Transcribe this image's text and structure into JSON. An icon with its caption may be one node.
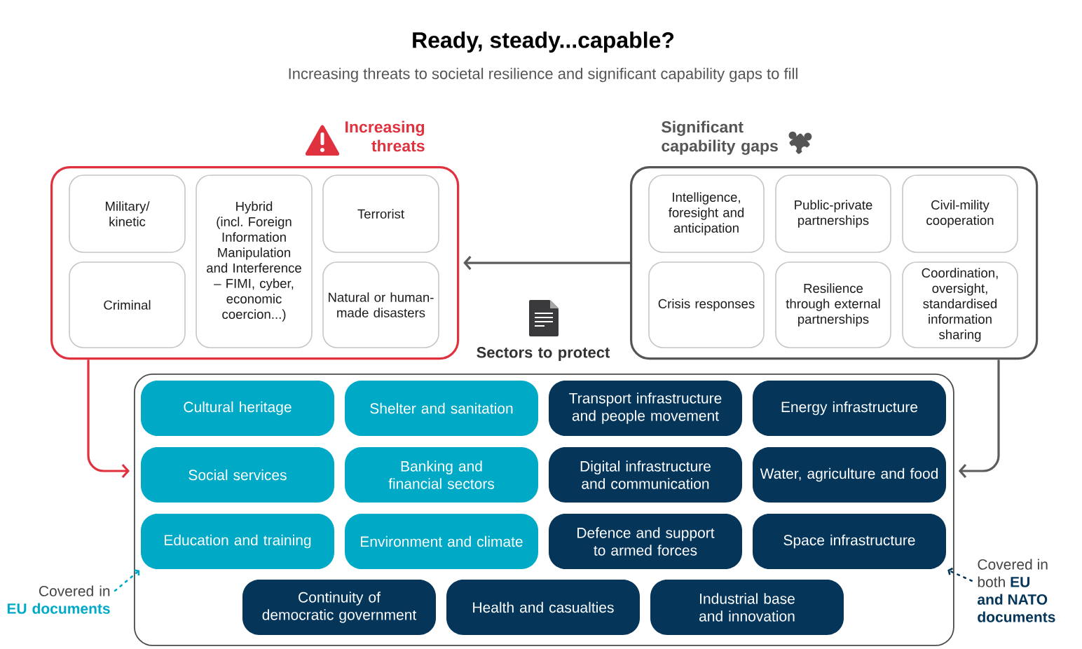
{
  "diagram": {
    "title": "Ready, steady...capable?",
    "nodes": [
      {
        "text": [
          "Increasing threats"
        ]
      },
      {
        "text": [
          "Military/ kinetic"
        ],
        "in": 0
      },
      {
        "text": [
          "Hybrid",
          "(incl. Foreign Information Manipulation and Interference – FIMI, cyber, economic coercion...)"
        ],
        "in": 0
      },
      {
        "text": [
          "Terrorist"
        ],
        "in": 0
      },
      {
        "text": [
          "Criminal"
        ],
        "in": 0
      },
      {
        "text": [
          "Natural or human-made disasters"
        ],
        "in": 0
      },
      {
        "text": [
          "Significant capability gaps"
        ]
      },
      {
        "text": [
          "Intelligence, foresight and anticipation"
        ],
        "in": 6
      },
      {
        "text": [
          "Public-private partnerships"
        ],
        "in": 6
      },
      {
        "text": [
          "Civil-mility cooperation"
        ],
        "in": 6
      },
      {
        "text": [
          "Crisis responses"
        ],
        "in": 6
      },
      {
        "text": [
          "Resilience through external partnerships"
        ],
        "in": 6
      },
      {
        "text": [
          "Coordination, oversight, standardised information sharing"
        ],
        "in": 6
      },
      {
        "text": [
          "Sectors to protect"
        ]
      },
      {
        "text": [
          "Cultural heritage"
        ],
        "in": 13
      },
      {
        "text": [
          "Shelter and sanitation"
        ],
        "in": 13
      },
      {
        "text": [
          "Transport infrastructure and people movement"
        ],
        "in": 13
      },
      {
        "text": [
          "Energy infrastructure"
        ],
        "in": 13
      },
      {
        "text": [
          "Social services"
        ],
        "in": 13
      },
      {
        "text": [
          "Banking and financial sectors"
        ],
        "in": 13
      },
      {
        "text": [
          "Digital infrastructure and communication"
        ],
        "in": 13
      },
      {
        "text": [
          "Water, agriculture and food"
        ],
        "in": 13
      },
      {
        "text": [
          "Education and training"
        ],
        "in": 13
      },
      {
        "text": [
          "Environment and climate"
        ],
        "in": 13
      },
      {
        "text": [
          "Defence and support to armed forces"
        ],
        "in": 13
      },
      {
        "text": [
          "Space infrastructure"
        ],
        "in": 13
      },
      {
        "text": [
          "Continuity of democratic government"
        ],
        "in": 13
      },
      {
        "text": [
          "Health and casualties"
        ],
        "in": 13
      },
      {
        "text": [
          "Industrial base and innovation"
        ],
        "in": 13
      },
      {
        "text": [
          "Covered in",
          "EU documents"
        ]
      },
      {
        "text": [
          "Covered in both",
          "EU and NATO documents"
        ]
      }
    ],
    "edges": [
      {
        "from": 6,
        "to": 0,
        "arrow": "to"
      },
      {
        "from": 0,
        "to": 13,
        "arrow": "to",
        "color": "#e0313f"
      },
      {
        "from": 6,
        "to": 13,
        "arrow": "to"
      },
      {
        "from": 29,
        "to": 22,
        "arrow": "to",
        "style": "dashed",
        "color": "#00a9c5"
      },
      {
        "from": 30,
        "to": 25,
        "arrow": "to",
        "style": "dashed",
        "color": "#05365a"
      }
    ],
    "labels": [
      "Increasing threats to societal resilience and significant capability gaps to fill"
    ]
  }
}
